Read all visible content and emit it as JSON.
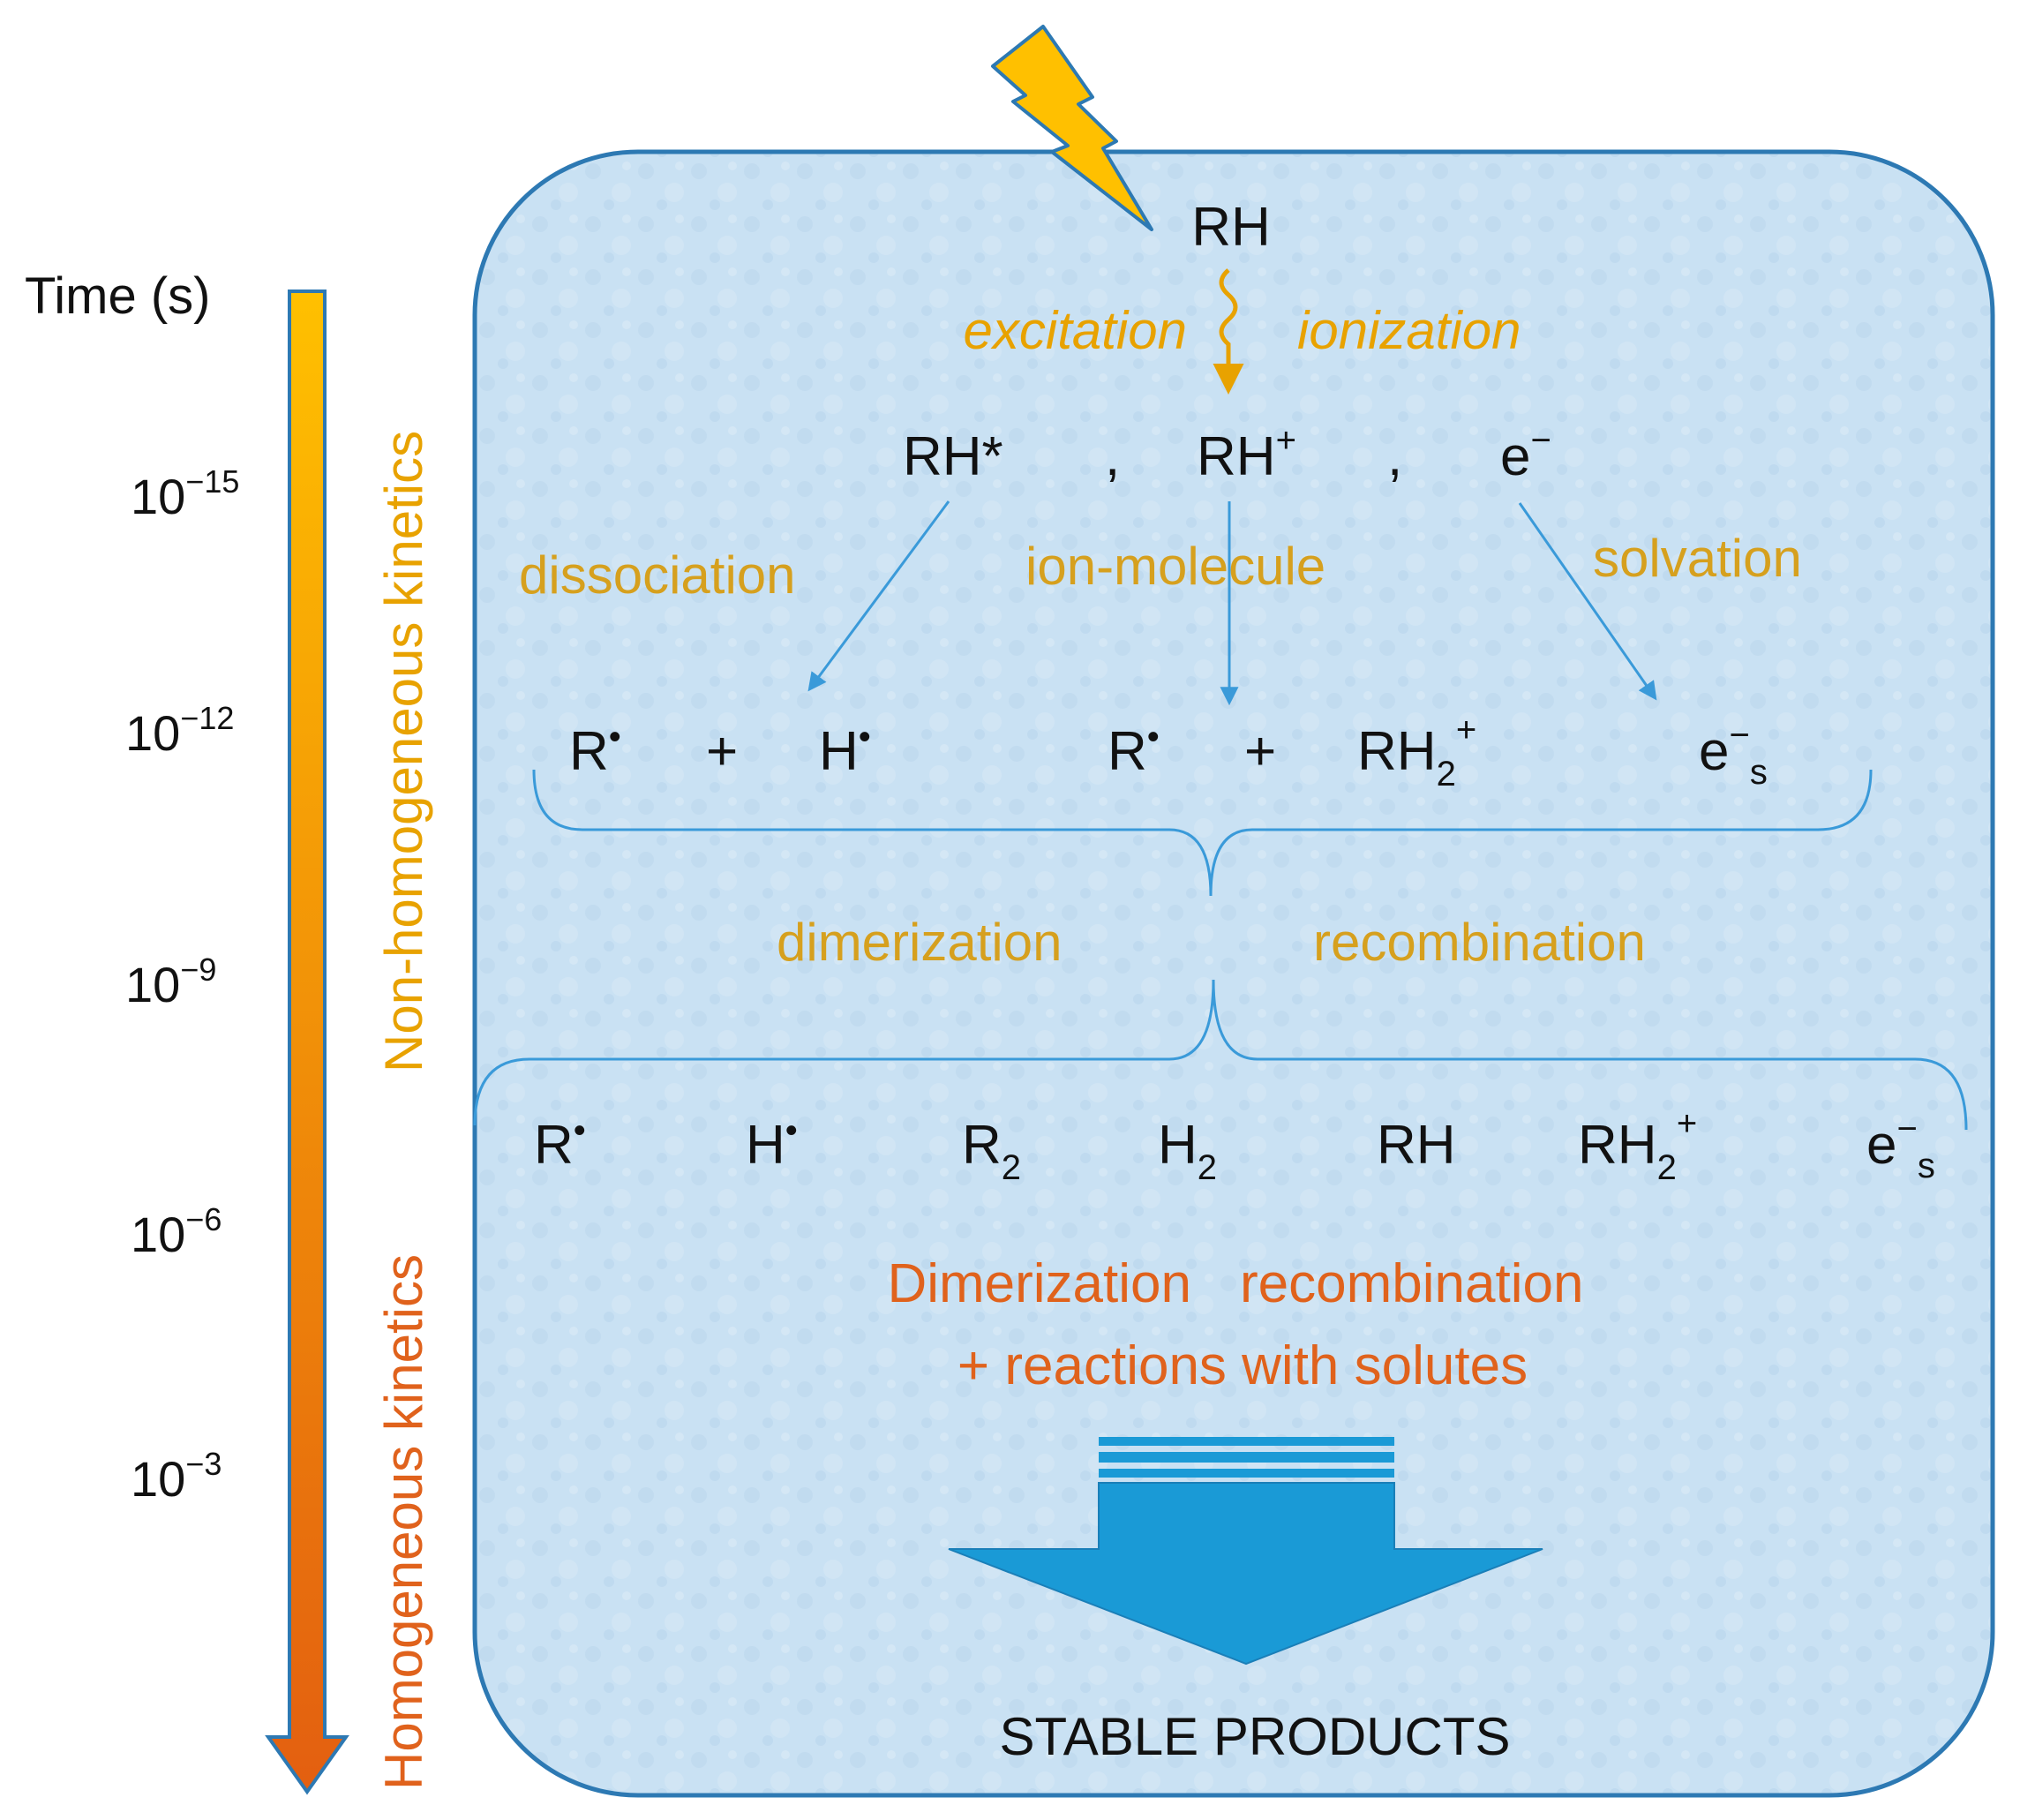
{
  "colors": {
    "box_fill": "#c9e1f3",
    "box_stroke": "#2d79b3",
    "connector": "#3a9ad9",
    "amber_label": "#d6a01e",
    "excite_label": "#e8a200",
    "orange_label": "#e0621c",
    "timeline_top": "#ffc000",
    "timeline_bottom": "#e35f10",
    "timeline_stroke": "#2d79b3",
    "lightning": "#ffc000",
    "big_arrow": "#1a9ad6"
  },
  "timeline": {
    "title": "Time (s)",
    "ticks": [
      {
        "base": "10",
        "exp": "−15"
      },
      {
        "base": "10",
        "exp": "−12"
      },
      {
        "base": "10",
        "exp": "−9"
      },
      {
        "base": "10",
        "exp": "−6"
      },
      {
        "base": "10",
        "exp": "−3"
      }
    ],
    "nonhomogeneous_label": "Non-homogeneous kinetics",
    "homogeneous_label": "Homogeneous kinetics"
  },
  "top": {
    "reactant": "RH",
    "excitation": "excitation",
    "ionization": "ionization",
    "primary": {
      "excited": "RH*",
      "cation_base": "RH",
      "cation_sup": "+",
      "electron_base": "e",
      "electron_sup": "−",
      "sep1": ",",
      "sep2": ","
    }
  },
  "processes": {
    "dissociation": "dissociation",
    "ion_molecule": "ion-molecule",
    "solvation": "solvation",
    "dimerization": "dimerization",
    "recombination": "recombination"
  },
  "radicals": {
    "r_base": "R",
    "dot": "•",
    "plus": "+",
    "h_base": "H",
    "rh2_base": "RH",
    "two": "2",
    "rh2_sup": "+",
    "es_base": "e",
    "es_sup": "−",
    "es_sub": "s"
  },
  "secondary": {
    "r2_base": "R",
    "h2_base": "H",
    "rh": "RH"
  },
  "final": {
    "line1_a": "Dimerization",
    "line1_b": "recombination",
    "line2": "+ reactions with solutes",
    "products": "STABLE PRODUCTS"
  }
}
